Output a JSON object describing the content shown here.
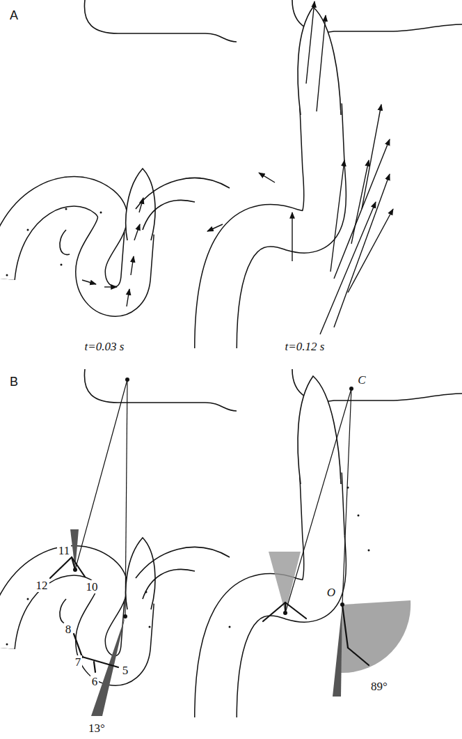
{
  "diagram": {
    "labels": [
      "A",
      "t=0.03 s",
      "t=0.12 s",
      "B",
      "11",
      "12",
      "10",
      "8",
      "7",
      "6",
      "5",
      "13°",
      "C",
      "O",
      "89°"
    ]
  }
}
